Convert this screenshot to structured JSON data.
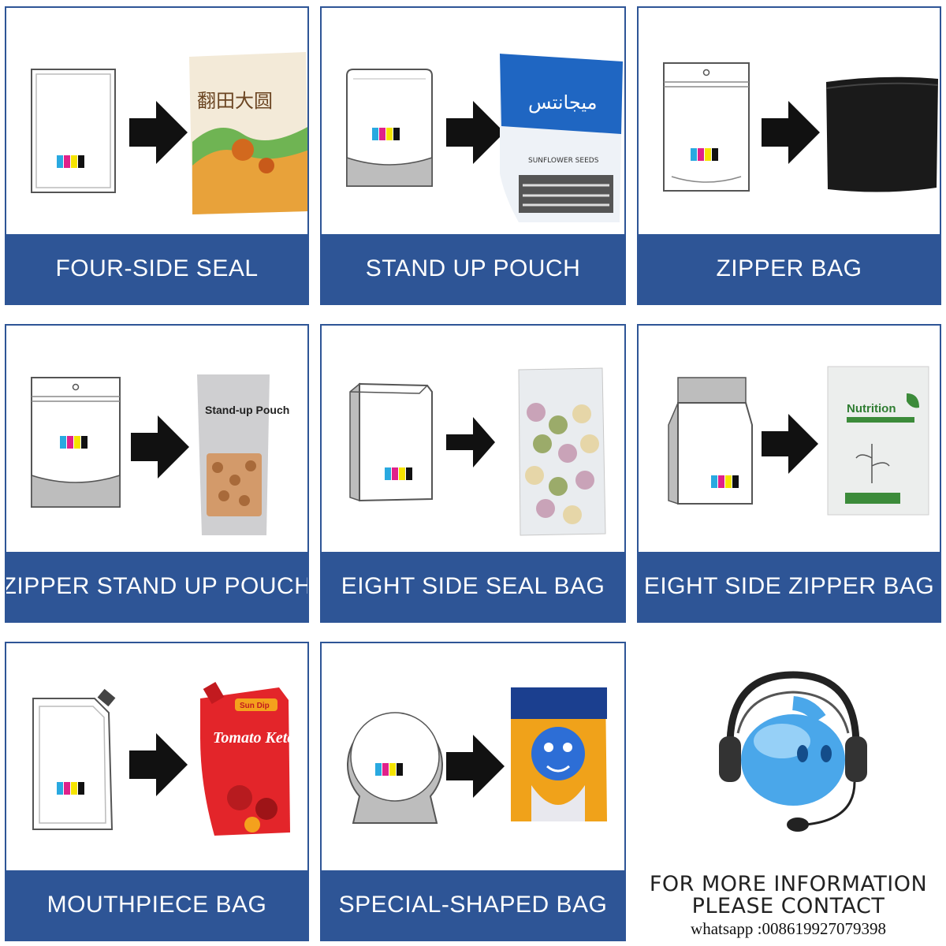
{
  "colors": {
    "accent": "#2e5596",
    "label_text": "#ffffff"
  },
  "cards": [
    {
      "label": "FOUR-SIDE SEAL",
      "bag_text": "翻田大圆"
    },
    {
      "label": "STAND UP POUCH",
      "bag_text": "ميجانتس",
      "bag_subtext": "SUNFLOWER SEEDS"
    },
    {
      "label": "ZIPPER BAG"
    },
    {
      "label": "ZIPPER STAND UP POUCH",
      "bag_text": "Stand-up Pouch"
    },
    {
      "label": "EIGHT SIDE SEAL BAG"
    },
    {
      "label": "EIGHT SIDE ZIPPER BAG",
      "bag_text": "Nutrition"
    },
    {
      "label": "MOUTHPIECE BAG",
      "bag_text": "Tomato Ketchup",
      "bag_brand": "Sun Dip"
    },
    {
      "label": "SPECIAL-SHAPED BAG"
    }
  ],
  "contact": {
    "line1": "FOR MORE INFORMATION",
    "line2": "PLEASE CONTACT",
    "line3": "whatsapp :008619927079398",
    "icon": "headset-mascot-icon"
  }
}
